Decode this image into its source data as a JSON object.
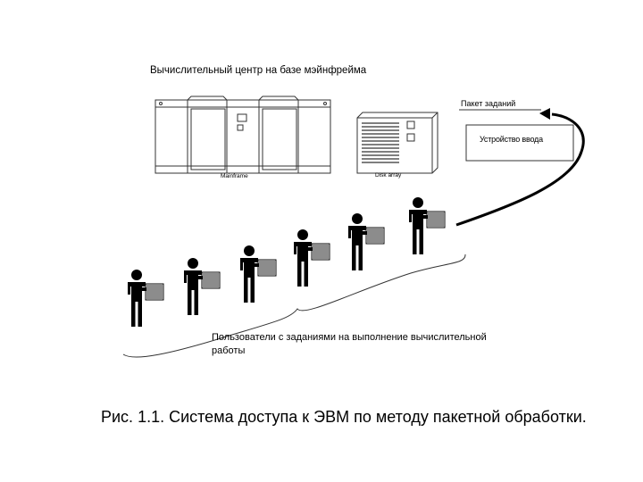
{
  "labels": {
    "computing_center": "Вычислительный центр на базе мэйнфрейма",
    "job_batch": "Пакет заданий",
    "input_device": "Устройство ввода",
    "mainframe": "Mainframe",
    "disk_array": "Disk array",
    "users_line1": "Пользователи с заданиями на выполнение вычислительной",
    "users_line2": "работы"
  },
  "caption": "Рис. 1.1. Система доступа к ЭВМ по методу пакетной обработки.",
  "users_count": 6,
  "colors": {
    "ink": "#000000",
    "paper": "#ffffff",
    "line_gray": "#555555"
  }
}
